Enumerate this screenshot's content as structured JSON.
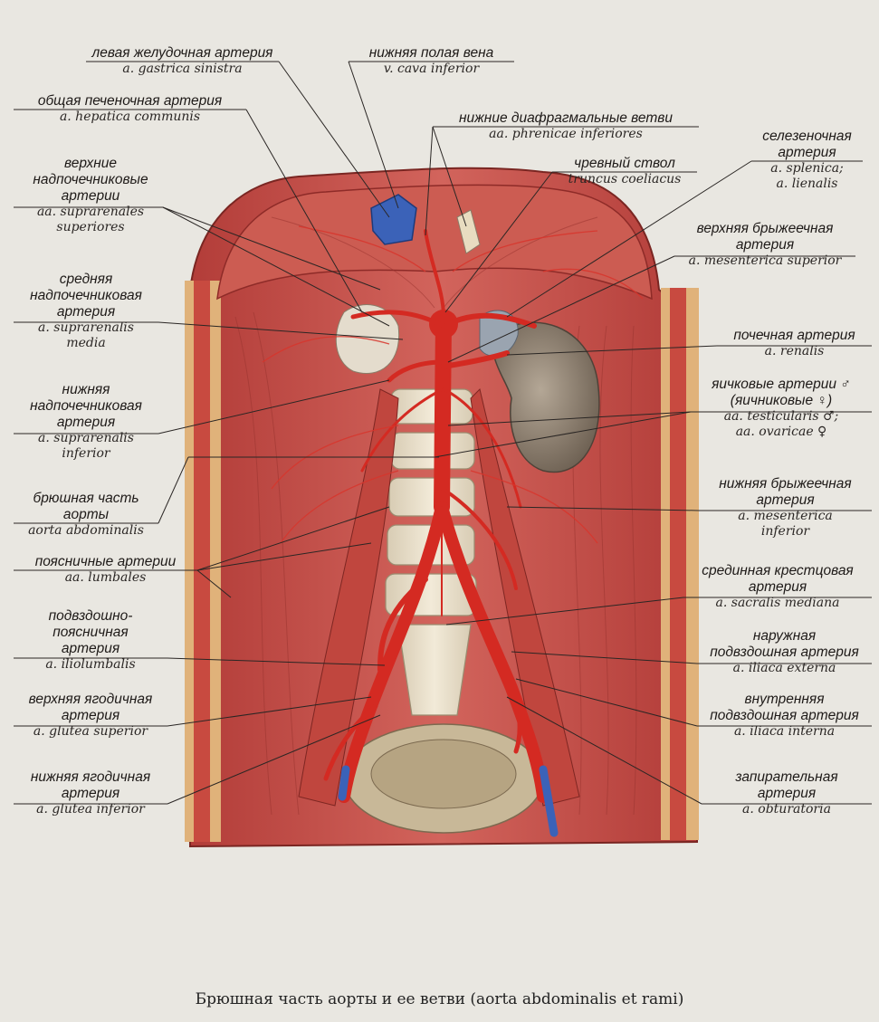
{
  "caption": "Брюшная часть аорты и ее ветви (aorta abdominalis et rami)",
  "colors": {
    "muscle": "#c8504a",
    "muscle_dark": "#8e2b28",
    "artery": "#d42a22",
    "vein": "#3b62b8",
    "bone": "#e8ddc8",
    "kidney": "#8a7c6c",
    "line": "#2a2624"
  },
  "labels": {
    "gastrica_sinistra": {
      "ru": "левая желудочная артерия",
      "la": "a. gastrica sinistra"
    },
    "cava_inferior": {
      "ru": "нижняя полая вена",
      "la": "v. cava inferior"
    },
    "hepatica_communis": {
      "ru": "общая печеночная артерия",
      "la": "a. hepatica communis"
    },
    "phrenicae": {
      "ru": "нижние диафрагмальные ветви",
      "la": "aa. phrenicae inferiores"
    },
    "splenica": {
      "ru1": "селезеночная",
      "ru2": "артерия",
      "la1": "a. splenica;",
      "la2": "a. lienalis"
    },
    "coeliacus": {
      "ru": "чревный ствол",
      "la": "truncus coeliacus"
    },
    "suprarenales_sup": {
      "ru1": "верхние",
      "ru2": "надпочечниковые",
      "ru3": "артерии",
      "la1": "aa. suprarenales",
      "la2": "superiores"
    },
    "mesenterica_sup": {
      "ru1": "верхняя брыжеечная",
      "ru2": "артерия",
      "la": "a. mesenterica superior"
    },
    "suprarenalis_media": {
      "ru1": "средняя",
      "ru2": "надпочечниковая",
      "ru3": "артерия",
      "la1": "a. suprarenalis",
      "la2": "media"
    },
    "renalis": {
      "ru": "почечная артерия",
      "la": "a. renalis"
    },
    "suprarenalis_inf": {
      "ru1": "нижняя",
      "ru2": "надпочечниковая",
      "ru3": "артерия",
      "la1": "a. suprarenalis",
      "la2": "inferior"
    },
    "testicularis": {
      "ru1": "яичковые артерии ♂",
      "ru2": "(яичниковые ♀)",
      "la1": "aa. testicularis ♂;",
      "la2": "aa. ovaricae ♀"
    },
    "aorta": {
      "ru1": "брюшная часть",
      "ru2": "аорты",
      "la": "aorta abdominalis"
    },
    "mesenterica_inf": {
      "ru1": "нижняя брыжеечная",
      "ru2": "артерия",
      "la1": "a. mesenterica",
      "la2": "inferior"
    },
    "lumbales": {
      "ru": "поясничные артерии",
      "la": "aa. lumbales"
    },
    "sacralis": {
      "ru1": "срединная крестцовая",
      "ru2": "артерия",
      "la": "a. sacralis mediana"
    },
    "iliolumbalis": {
      "ru1": "подвздошно-",
      "ru2": "поясничная",
      "ru3": "артерия",
      "la": "a. iliolumbalis"
    },
    "iliaca_ext": {
      "ru1": "наружная",
      "ru2": "подвздошная артерия",
      "la": "a. iliaca externa"
    },
    "glutea_sup": {
      "ru1": "верхняя ягодичная",
      "ru2": "артерия",
      "la": "a. glutea superior"
    },
    "iliaca_int": {
      "ru1": "внутренняя",
      "ru2": "подвздошная артерия",
      "la": "a. iliaca interna"
    },
    "glutea_inf": {
      "ru1": "нижняя ягодичная",
      "ru2": "артерия",
      "la": "a. glutea inferior"
    },
    "obturatoria": {
      "ru1": "запирательная",
      "ru2": "артерия",
      "la": "a. obturatoria"
    }
  }
}
